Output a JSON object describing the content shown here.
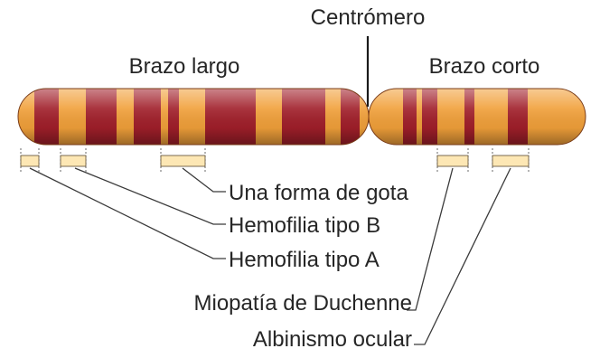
{
  "labels": {
    "centromere": "Centrómero",
    "long_arm": "Brazo largo",
    "short_arm": "Brazo corto",
    "gout": "Una forma de gota",
    "hemophilia_b": "Hemofilia tipo B",
    "hemophilia_a": "Hemofilia tipo A",
    "duchenne": "Miopatía de Duchenne",
    "ocular_albinism": "Albinismo ocular"
  },
  "colors": {
    "band_light": "#f1a03a",
    "band_dark": "#a11f2a",
    "gene_marker": "#fde7b4"
  }
}
